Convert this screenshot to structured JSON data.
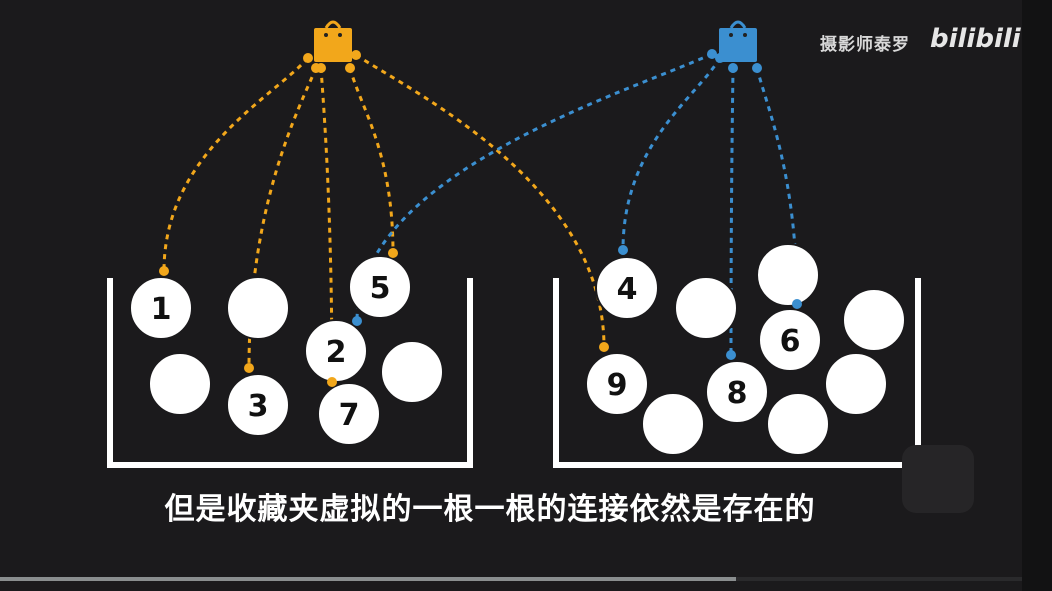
{
  "watermark": {
    "author": "摄影师泰罗",
    "brand": "bilibili"
  },
  "subtitle": "但是收藏夹虚拟的一根一根的连接依然是存在的",
  "progress": {
    "fraction": 0.72
  },
  "colors": {
    "background": "#1b1a1c",
    "bag_orange": "#f2a71b",
    "bag_blue": "#3b8fd0",
    "ball": "#ffffff",
    "ball_outline": "#1b1a1c",
    "container": "#ffffff"
  },
  "balls": [
    {
      "label": "1"
    },
    {
      "label": ""
    },
    {
      "label": "5"
    },
    {
      "label": "2"
    },
    {
      "label": ""
    },
    {
      "label": ""
    },
    {
      "label": "3"
    },
    {
      "label": "7"
    },
    {
      "label": "4"
    },
    {
      "label": ""
    },
    {
      "label": ""
    },
    {
      "label": "6"
    },
    {
      "label": ""
    },
    {
      "label": "9"
    },
    {
      "label": "8"
    },
    {
      "label": ""
    },
    {
      "label": ""
    },
    {
      "label": ""
    }
  ],
  "links": {
    "orange_bag": [
      "1",
      "3",
      "7",
      "5",
      "9"
    ],
    "blue_bag": [
      "2",
      "4",
      "8",
      "6"
    ]
  },
  "icons": {
    "orange_bag": "shopping-bag-icon",
    "blue_bag": "shopping-bag-icon",
    "corner": "play-overlay-icon"
  }
}
